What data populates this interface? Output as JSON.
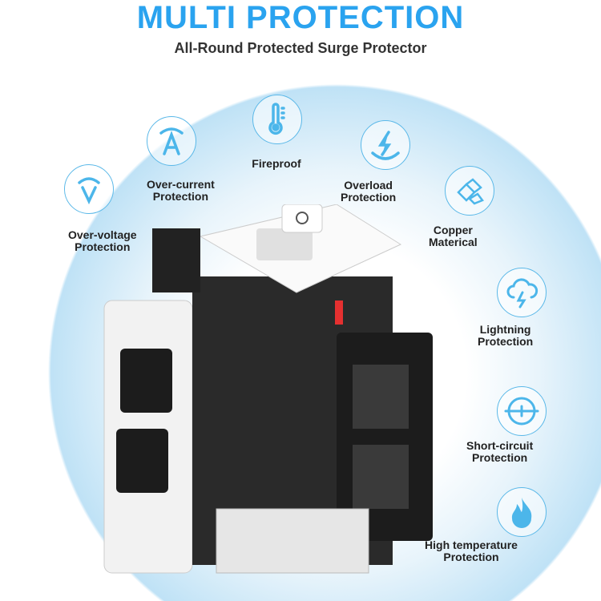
{
  "header": {
    "title": "MULTI PROTECTION",
    "subtitle": "All-Round Protected Surge Protector"
  },
  "features": [
    {
      "icon": "voltage-icon",
      "line1": "Over-voltage",
      "line2": "Protection"
    },
    {
      "icon": "ampere-icon",
      "line1": "Over-current",
      "line2": "Protection"
    },
    {
      "icon": "thermometer-icon",
      "line1": "Fireproof",
      "line2": ""
    },
    {
      "icon": "lightning-bolt-icon",
      "line1": "Overload",
      "line2": "Protection"
    },
    {
      "icon": "copper-bars-icon",
      "line1": "Copper",
      "line2": "Materical"
    },
    {
      "icon": "cloud-lightning-icon",
      "line1": "Lightning",
      "line2": "Protection"
    },
    {
      "icon": "short-circuit-icon",
      "line1": "Short-circuit",
      "line2": "Protection"
    },
    {
      "icon": "flame-icon",
      "line1": "High temperature",
      "line2": "Protection"
    }
  ],
  "colors": {
    "accent": "#2aa3ef",
    "icon": "#4cb6ea"
  }
}
